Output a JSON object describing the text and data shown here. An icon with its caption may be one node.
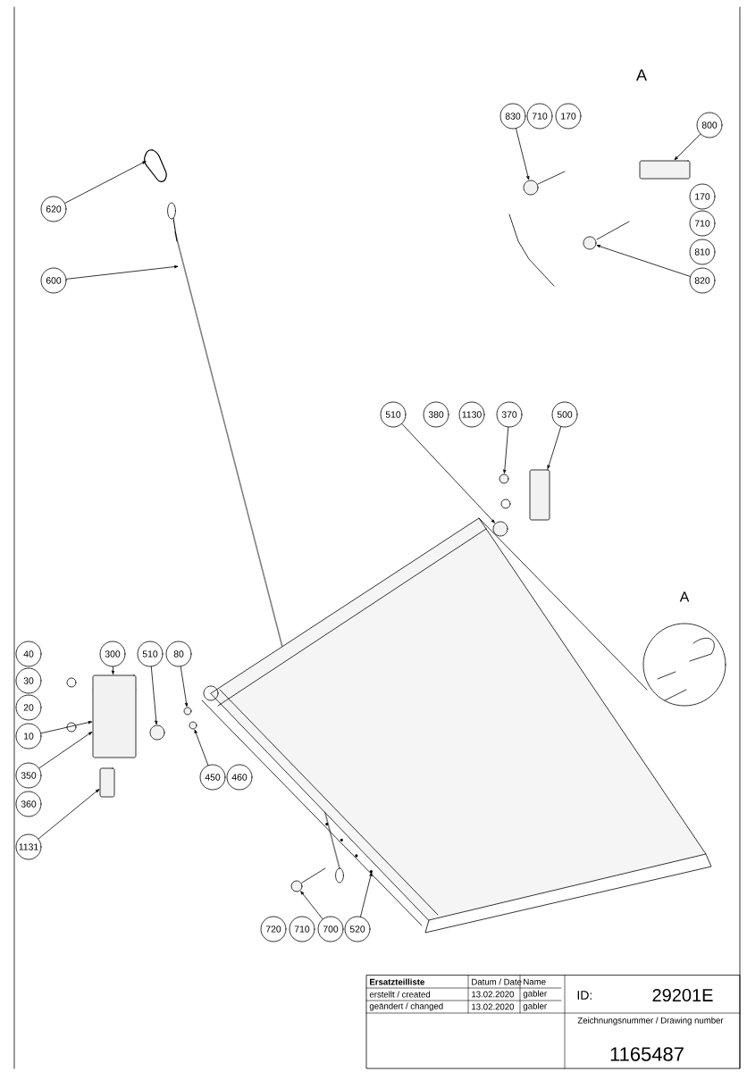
{
  "diagram": {
    "nodes": [
      {
        "text": [
          "830"
        ]
      },
      {
        "text": [
          "710"
        ]
      },
      {
        "text": [
          "170"
        ]
      },
      {
        "text": [
          "800"
        ]
      },
      {
        "text": [
          "170"
        ]
      },
      {
        "text": [
          "710"
        ]
      },
      {
        "text": [
          "810"
        ]
      },
      {
        "text": [
          "820"
        ]
      },
      {
        "text": [
          "620"
        ]
      },
      {
        "text": [
          "600"
        ]
      },
      {
        "text": [
          "510"
        ]
      },
      {
        "text": [
          "380"
        ]
      },
      {
        "text": [
          "1130"
        ]
      },
      {
        "text": [
          "370"
        ]
      },
      {
        "text": [
          "500"
        ]
      },
      {
        "text": [
          "40"
        ]
      },
      {
        "text": [
          "30"
        ]
      },
      {
        "text": [
          "20"
        ]
      },
      {
        "text": [
          "10"
        ]
      },
      {
        "text": [
          "350"
        ]
      },
      {
        "text": [
          "360"
        ]
      },
      {
        "text": [
          "1131"
        ]
      },
      {
        "text": [
          "300"
        ]
      },
      {
        "text": [
          "510"
        ]
      },
      {
        "text": [
          "80"
        ]
      },
      {
        "text": [
          "450"
        ]
      },
      {
        "text": [
          "460"
        ]
      },
      {
        "text": [
          "720"
        ]
      },
      {
        "text": [
          "710"
        ]
      },
      {
        "text": [
          "700"
        ]
      },
      {
        "text": [
          "520"
        ]
      },
      {
        "text": [],
        "shape": "box"
      },
      {
        "text": [],
        "shape": "box"
      },
      {
        "text": [],
        "shape": "box"
      },
      {
        "text": [],
        "shape": "box"
      },
      {
        "text": [],
        "shape": "circle"
      },
      {
        "text": [],
        "shape": "circle"
      },
      {
        "text": [],
        "shape": "circle"
      },
      {
        "text": [],
        "shape": "circle"
      },
      {
        "text": [],
        "shape": "circle"
      },
      {
        "text": [],
        "shape": "circle"
      },
      {
        "text": [],
        "shape": "circle"
      },
      {
        "text": [],
        "shape": "circle"
      }
    ],
    "edges": [
      {
        "from": 0,
        "to": 35,
        "arrow": "to"
      },
      {
        "from": 3,
        "to": 31,
        "arrow": "to"
      },
      {
        "from": 7,
        "to": 36,
        "arrow": "to"
      },
      {
        "from": 8,
        "to": null,
        "arrow": "to"
      },
      {
        "from": 9,
        "to": null,
        "arrow": "to"
      },
      {
        "from": 10,
        "to": 38,
        "arrow": "to"
      },
      {
        "from": 13,
        "to": 37,
        "arrow": "to"
      },
      {
        "from": 14,
        "to": 32,
        "arrow": "to"
      },
      {
        "from": 18,
        "to": 33,
        "arrow": "to"
      },
      {
        "from": 19,
        "to": 33,
        "arrow": "to"
      },
      {
        "from": 21,
        "to": 34,
        "arrow": "to"
      },
      {
        "from": 22,
        "to": 33,
        "arrow": "to"
      },
      {
        "from": 23,
        "to": 41,
        "arrow": "to"
      },
      {
        "from": 24,
        "to": 39,
        "arrow": "to"
      },
      {
        "from": 25,
        "to": 40,
        "arrow": "to"
      },
      {
        "from": 29,
        "to": 42,
        "arrow": "to"
      },
      {
        "from": 30,
        "to": null,
        "arrow": "to"
      }
    ],
    "labels": [
      "A",
      "A",
      "Ersatzteilliste",
      "Datum / Date",
      "Name",
      "erstellt / created",
      "13.02.2020",
      "gabler",
      "geändert / changed",
      "13.02.2020",
      "gabler",
      "ID:",
      "29201E",
      "Zeichnungsnummer / Drawing number",
      "1165487"
    ]
  }
}
